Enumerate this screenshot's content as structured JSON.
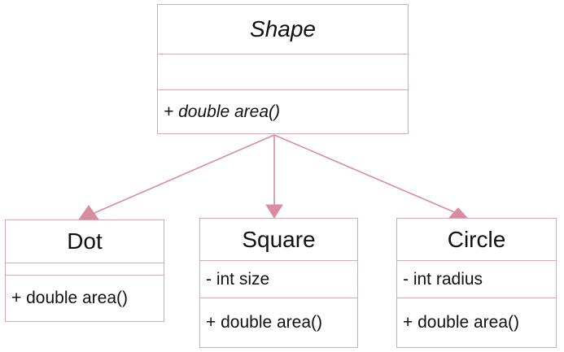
{
  "colors": {
    "border": "#d4a9b3",
    "arrow": "#d98ca0",
    "text": "#111111"
  },
  "classes": {
    "shape": {
      "name": "Shape",
      "attribute": "",
      "method": "+ double area()"
    },
    "dot": {
      "name": "Dot",
      "attribute": "",
      "method": "+ double area()"
    },
    "square": {
      "name": "Square",
      "attribute": "- int size",
      "method": "+ double area()"
    },
    "circle": {
      "name": "Circle",
      "attribute": "- int radius",
      "method": "+ double area()"
    }
  }
}
